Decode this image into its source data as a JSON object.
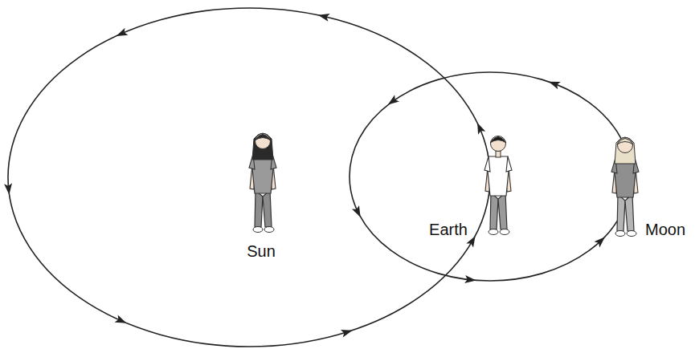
{
  "diagram": {
    "labels": [
      "Sun",
      "Earth",
      "Moon"
    ]
  }
}
